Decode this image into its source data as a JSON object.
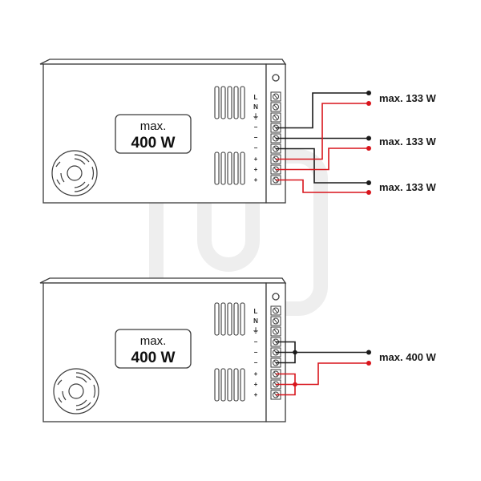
{
  "units": [
    {
      "rating_line1": "max.",
      "rating_line2": "400 W",
      "terminals": [
        "L",
        "N",
        "⏚",
        "−",
        "−",
        "−",
        "+",
        "+",
        "+"
      ],
      "outputs": [
        "max. 133 W",
        "max. 133 W",
        "max. 133 W"
      ]
    },
    {
      "rating_line1": "max.",
      "rating_line2": "400 W",
      "terminals": [
        "L",
        "N",
        "⏚",
        "−",
        "−",
        "−",
        "+",
        "+",
        "+"
      ],
      "outputs": [
        "max. 400 W"
      ]
    }
  ],
  "colors": {
    "outline": "#3a3a3a",
    "negative_wire": "#1a1a1a",
    "positive_wire": "#d8141b",
    "watermark": "#eeeeee"
  },
  "icons": [
    "fan-grille-icon",
    "vent-slots-icon",
    "terminal-screw-icon",
    "mounting-hole-icon"
  ]
}
